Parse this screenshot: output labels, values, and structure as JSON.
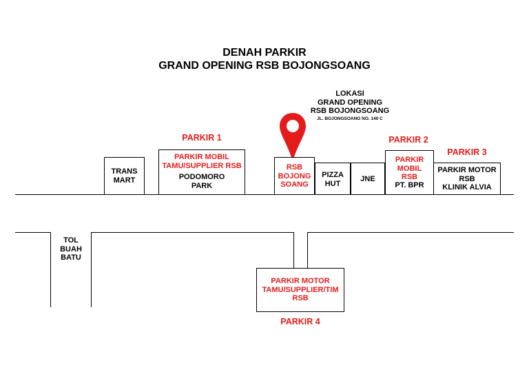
{
  "title": {
    "line1": "DENAH PARKIR",
    "line2": "GRAND OPENING RSB BOJONGSOANG"
  },
  "location": {
    "line1": "LOKASI",
    "line2": "GRAND OPENING",
    "line3": "RSB BOJONGSOANG",
    "address": "JL. BOJONGSOANG NO. 140 C"
  },
  "parking_labels": {
    "p1": "PARKIR 1",
    "p2": "PARKIR 2",
    "p3": "PARKIR 3",
    "p4": "PARKIR 4"
  },
  "buildings": {
    "transmart": [
      "TRANS",
      "MART"
    ],
    "podomoro_red": [
      "PARKIR MOBIL",
      "TAMU/SUPPLIER RSB"
    ],
    "podomoro_black": [
      "PODOMORO",
      "PARK"
    ],
    "rsb": [
      "RSB",
      "BOJONG",
      "SOANG"
    ],
    "pizza": [
      "PIZZA",
      "HUT"
    ],
    "jne": "JNE",
    "bpr_red": [
      "PARKIR",
      "MOBIL",
      "RSB"
    ],
    "bpr_black": "PT. BPR",
    "alvia": [
      "PARKIR MOTOR",
      "RSB",
      "KLINIK ALVIA"
    ],
    "motor_tamu": [
      "PARKIR MOTOR",
      "TAMU/SUPPLIER/TIM",
      "RSB"
    ]
  },
  "streets": {
    "tol": [
      "TOL",
      "BUAH",
      "BATU"
    ]
  },
  "colors": {
    "accent": "#e31b1b",
    "line": "#000000"
  },
  "icons": {
    "pin": "map-pin-icon"
  }
}
